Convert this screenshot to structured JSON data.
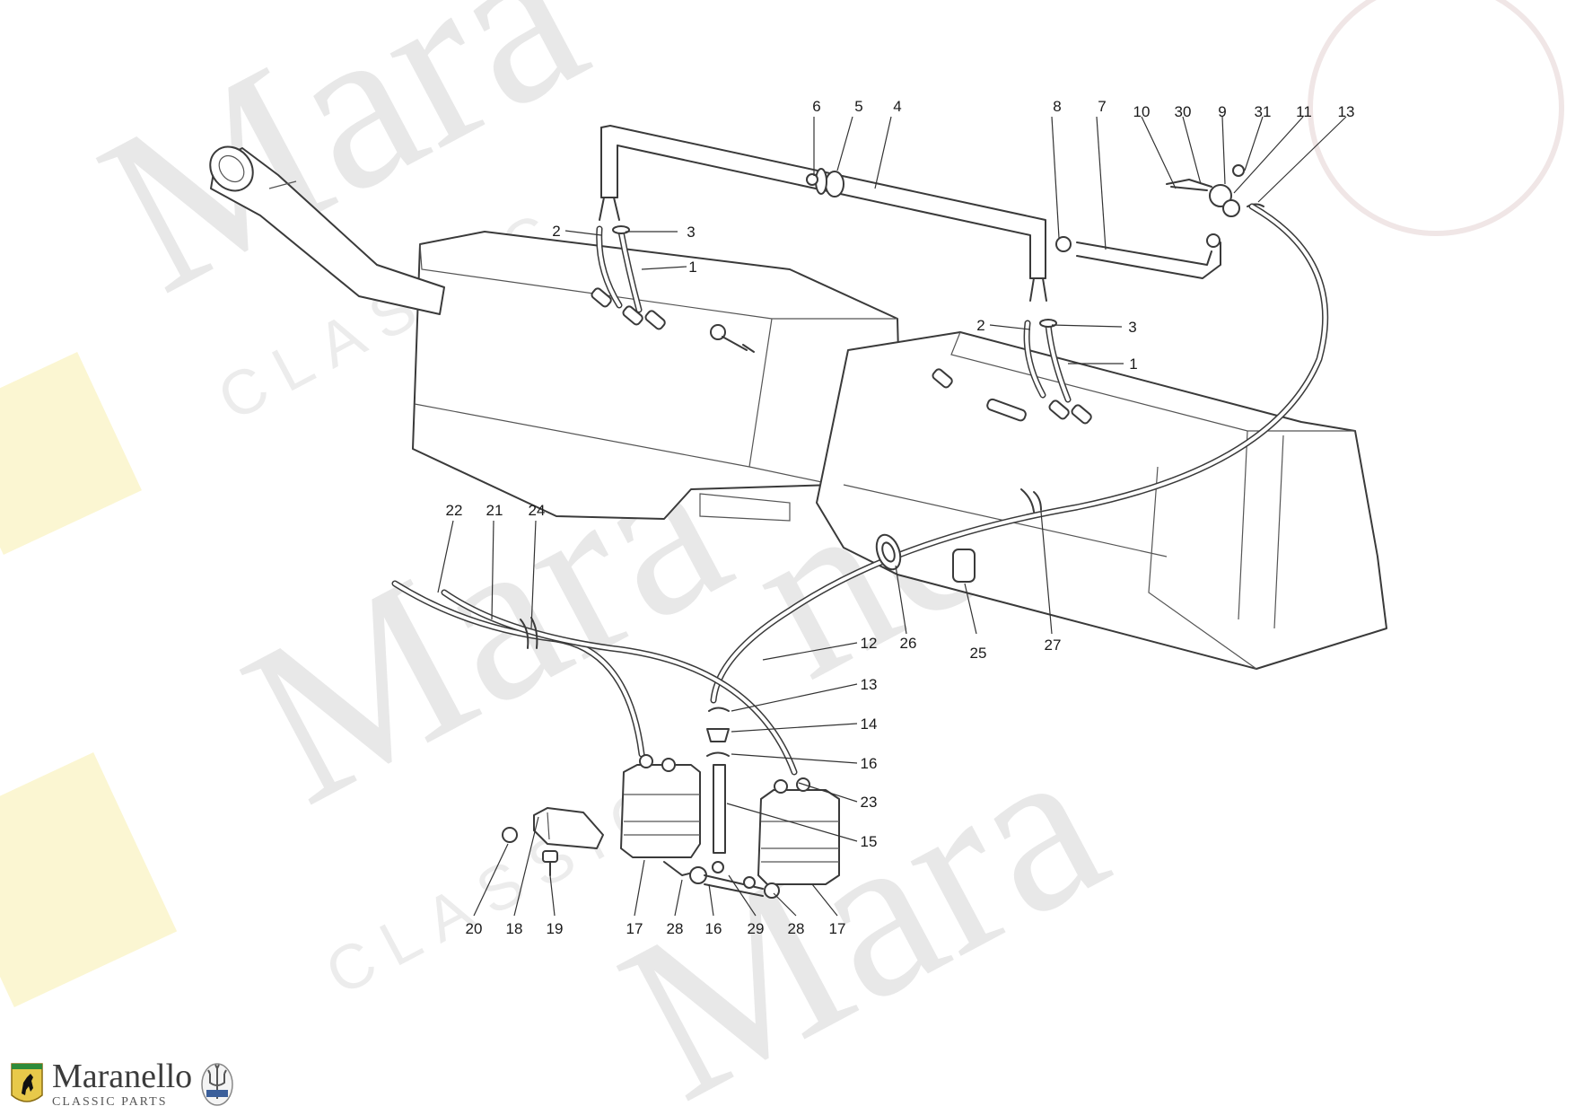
{
  "brand": {
    "name": "Maranello",
    "subtitle": "CLASSIC PARTS"
  },
  "callouts": [
    {
      "label": "1"
    },
    {
      "label": "2"
    },
    {
      "label": "3"
    },
    {
      "label": "4"
    },
    {
      "label": "5"
    },
    {
      "label": "6"
    },
    {
      "label": "7"
    },
    {
      "label": "8"
    },
    {
      "label": "9"
    },
    {
      "label": "10"
    },
    {
      "label": "30"
    },
    {
      "label": "31"
    },
    {
      "label": "11"
    },
    {
      "label": "13"
    },
    {
      "label": "2"
    },
    {
      "label": "3"
    },
    {
      "label": "1"
    },
    {
      "label": "22"
    },
    {
      "label": "21"
    },
    {
      "label": "24"
    },
    {
      "label": "12"
    },
    {
      "label": "13"
    },
    {
      "label": "14"
    },
    {
      "label": "16"
    },
    {
      "label": "23"
    },
    {
      "label": "15"
    },
    {
      "label": "26"
    },
    {
      "label": "25"
    },
    {
      "label": "27"
    },
    {
      "label": "20"
    },
    {
      "label": "18"
    },
    {
      "label": "19"
    },
    {
      "label": "17"
    },
    {
      "label": "28"
    },
    {
      "label": "16"
    },
    {
      "label": "29"
    },
    {
      "label": "28"
    },
    {
      "label": "17"
    }
  ],
  "colors": {
    "line": "#3a3a3a",
    "watermark": "#e8e8e8"
  }
}
